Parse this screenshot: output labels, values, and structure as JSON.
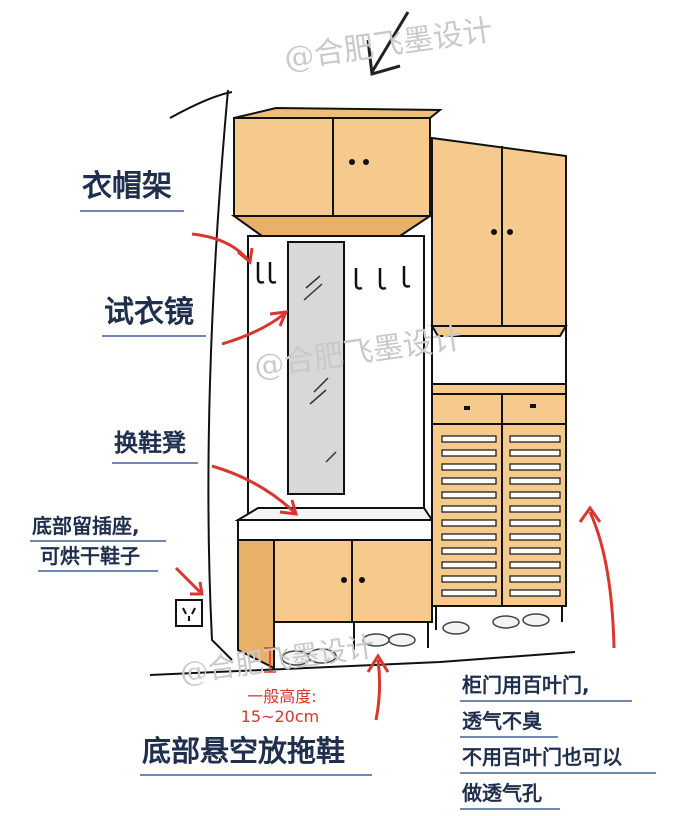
{
  "labels": {
    "coat_rack": "衣帽架",
    "mirror": "试衣镜",
    "bench": "换鞋凳",
    "socket_line1": "底部留插座,",
    "socket_line2": "可烘干鞋子",
    "bottom": "底部悬空放拖鞋",
    "height_line1": "一般高度:",
    "height_line2": "15~20cm",
    "louver_line1": "柜门用百叶门,",
    "louver_line2": "透气不臭",
    "louver_line3": "不用百叶门也可以",
    "louver_line4": "做透气孔"
  },
  "watermark": "@合肥飞墨设计",
  "colors": {
    "wood": "#f6c98c",
    "wood_dark": "#e9b06a",
    "label": "#1f2f4d",
    "underline": "#6f88b5",
    "arrow": "#d8362f",
    "mirror": "#d8d8d8"
  }
}
